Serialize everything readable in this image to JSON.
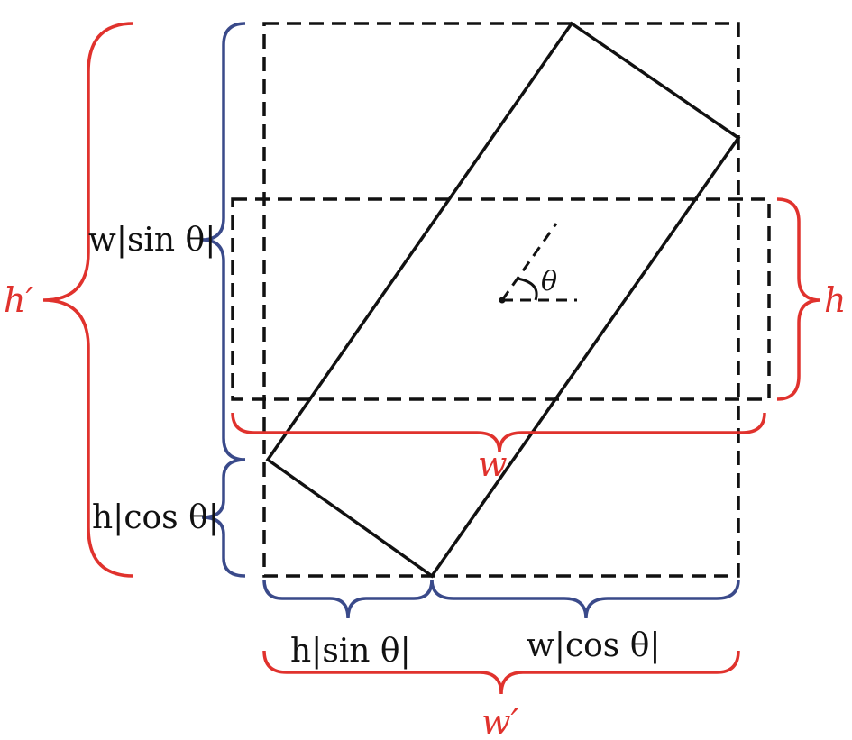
{
  "diagram": {
    "labels": {
      "h_prime": "h′",
      "h": "h",
      "w": "w",
      "w_prime": "w′",
      "theta": "θ",
      "w_sin": "w|sin θ|",
      "h_cos": "h|cos θ|",
      "h_sin": "h|sin θ|",
      "w_cos": "w|cos θ|"
    },
    "colors": {
      "red_brace": "#e0322d",
      "blue_brace": "#3a4a8a",
      "lines": "#111111"
    }
  }
}
